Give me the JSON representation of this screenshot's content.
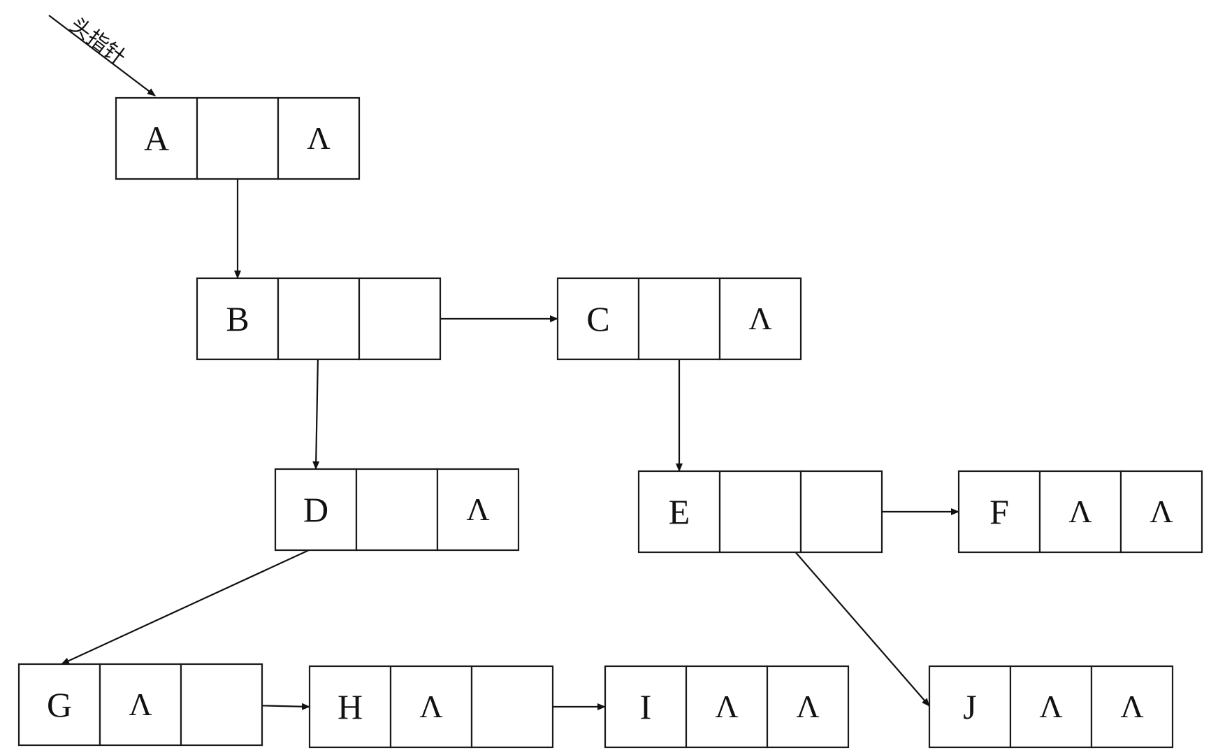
{
  "head_pointer_label": "头指针",
  "null_symbol": "Λ",
  "nodes": [
    {
      "id": "A",
      "label": "A",
      "tp_null": false,
      "hp_null": true
    },
    {
      "id": "B",
      "label": "B",
      "tp_null": false,
      "hp_null": false
    },
    {
      "id": "C",
      "label": "C",
      "tp_null": false,
      "hp_null": true
    },
    {
      "id": "D",
      "label": "D",
      "tp_null": false,
      "hp_null": true
    },
    {
      "id": "E",
      "label": "E",
      "tp_null": false,
      "hp_null": false
    },
    {
      "id": "F",
      "label": "F",
      "tp_null": true,
      "hp_null": true
    },
    {
      "id": "G",
      "label": "G",
      "tp_null": true,
      "hp_null": false
    },
    {
      "id": "H",
      "label": "H",
      "tp_null": true,
      "hp_null": false
    },
    {
      "id": "I",
      "label": "I",
      "tp_null": true,
      "hp_null": true
    },
    {
      "id": "J",
      "label": "J",
      "tp_null": true,
      "hp_null": true
    }
  ],
  "edges": [
    {
      "from": "A",
      "field": "tp",
      "to": "B"
    },
    {
      "from": "B",
      "field": "tp",
      "to": "D"
    },
    {
      "from": "B",
      "field": "hp",
      "to": "C"
    },
    {
      "from": "C",
      "field": "tp",
      "to": "E"
    },
    {
      "from": "D",
      "field": "tp",
      "to": "G"
    },
    {
      "from": "E",
      "field": "tp",
      "to": "J"
    },
    {
      "from": "E",
      "field": "hp",
      "to": "F"
    },
    {
      "from": "G",
      "field": "hp",
      "to": "H"
    },
    {
      "from": "H",
      "field": "hp",
      "to": "I"
    }
  ]
}
